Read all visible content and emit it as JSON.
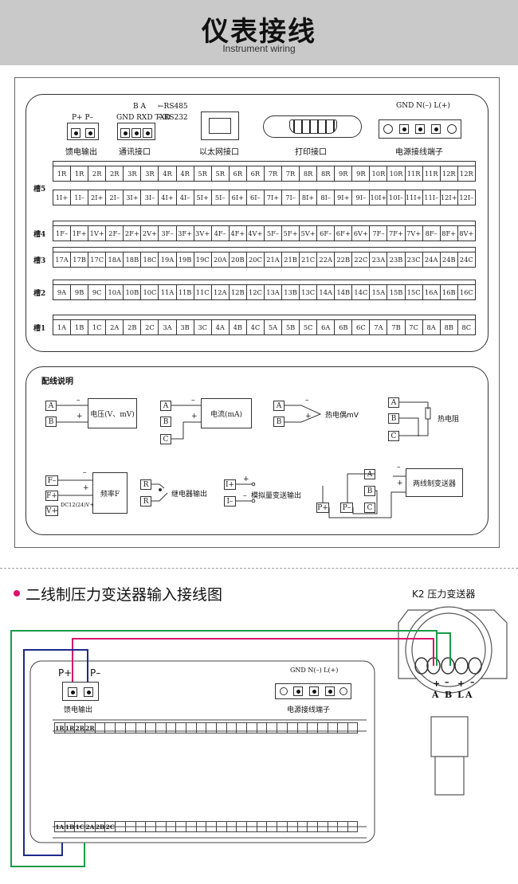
{
  "header": {
    "title": "仪表接线",
    "subtitle": "Instrument wiring"
  },
  "top_panel": {
    "feed": {
      "pins": "P+  P–",
      "label": "馈电输出"
    },
    "comm": {
      "pins_top": "B   A",
      "rs485": "←RS485",
      "pins_bottom": "GND RXD TXD",
      "rs232": "←RS232",
      "label": "通讯接口"
    },
    "ethernet": {
      "label": "以太网接口"
    },
    "print": {
      "label": "打印接口"
    },
    "power": {
      "pins": "GND N(–) L(+)",
      "label": "电源接线端子"
    },
    "slots": [
      {
        "label": "槽5",
        "rows": [
          [
            "1R",
            "1R",
            "2R",
            "2R",
            "3R",
            "3R",
            "4R",
            "4R",
            "5R",
            "5R",
            "6R",
            "6R",
            "7R",
            "7R",
            "8R",
            "8R",
            "9R",
            "9R",
            "10R",
            "10R",
            "11R",
            "11R",
            "12R",
            "12R"
          ],
          [
            "1I+",
            "1I–",
            "2I+",
            "2I–",
            "3I+",
            "3I–",
            "4I+",
            "4I–",
            "5I+",
            "5I–",
            "6I+",
            "6I–",
            "7I+",
            "7I–",
            "8I+",
            "8I–",
            "9I+",
            "9I–",
            "10I+",
            "10I–",
            "11I+",
            "11I–",
            "12I+",
            "12I–"
          ]
        ]
      },
      {
        "label": "槽4",
        "rows": [
          [
            "1F–",
            "1F+",
            "1V+",
            "2F–",
            "2F+",
            "2V+",
            "3F–",
            "3F+",
            "3V+",
            "4F–",
            "4F+",
            "4V+",
            "5F–",
            "5F+",
            "5V+",
            "6F–",
            "6F+",
            "6V+",
            "7F–",
            "7F+",
            "7V+",
            "8F–",
            "8F+",
            "8V+"
          ]
        ]
      },
      {
        "label": "槽3",
        "rows": [
          [
            "17A",
            "17B",
            "17C",
            "18A",
            "18B",
            "18C",
            "19A",
            "19B",
            "19C",
            "20A",
            "20B",
            "20C",
            "21A",
            "21B",
            "21C",
            "22A",
            "22B",
            "22C",
            "23A",
            "23B",
            "23C",
            "24A",
            "24B",
            "24C"
          ]
        ]
      },
      {
        "label": "槽2",
        "rows": [
          [
            "9A",
            "9B",
            "9C",
            "10A",
            "10B",
            "10C",
            "11A",
            "11B",
            "11C",
            "12A",
            "12B",
            "12C",
            "13A",
            "13B",
            "13C",
            "14A",
            "14B",
            "14C",
            "15A",
            "15B",
            "15C",
            "16A",
            "16B",
            "16C"
          ]
        ]
      },
      {
        "label": "槽1",
        "rows": [
          [
            "1A",
            "1B",
            "1C",
            "2A",
            "2B",
            "2C",
            "3A",
            "3B",
            "3C",
            "4A",
            "4B",
            "4C",
            "5A",
            "5B",
            "5C",
            "6A",
            "6B",
            "6C",
            "7A",
            "7B",
            "7C",
            "8A",
            "8B",
            "8C"
          ]
        ]
      }
    ]
  },
  "wiring_panel": {
    "title": "配线说明",
    "voltage": {
      "a": "A",
      "b": "B",
      "minus": "–",
      "plus": "+",
      "label": "电压(V、mV)"
    },
    "current": {
      "a": "A",
      "b": "B",
      "c": "C",
      "minus": "–",
      "plus": "+",
      "label": "电流(mA)"
    },
    "thermocouple": {
      "a": "A",
      "b": "B",
      "minus": "–",
      "plus": "+",
      "label": "热电偶mV"
    },
    "rtd": {
      "a": "A",
      "b": "B",
      "c": "C",
      "label": "热电阻"
    },
    "frequency": {
      "f_minus": "F–",
      "f_plus": "F+",
      "v_plus": "V+",
      "minus": "–",
      "plus": "+",
      "label": "频率F",
      "supply": "DC12(24)V+"
    },
    "relay": {
      "r1": "R",
      "r2": "R",
      "label": "继电器输出"
    },
    "analog": {
      "i_plus": "I+",
      "i_minus": "I–",
      "plus": "+",
      "minus": "–",
      "label": "模拟量变送输出"
    },
    "two_wire": {
      "a": "A",
      "b": "B",
      "c": "C",
      "p_plus": "P+",
      "p_minus": "P–",
      "minus": "–",
      "plus": "+",
      "label": "两线制变送器"
    }
  },
  "bottom": {
    "title": "二线制压力变送器输入接线图",
    "transmitter": "K2 压力变送器",
    "feed_pins": {
      "p_plus": "P+",
      "p_minus": "P–"
    },
    "feed_label": "馈电输出",
    "power_pins": "GND N(–) L(+)",
    "power_label": "电源接线端子",
    "top_row": [
      "1R",
      "1R",
      "2R",
      "2R"
    ],
    "bottom_row": [
      "1A",
      "1B",
      "1C",
      "2A",
      "2B",
      "2C"
    ],
    "sensor_terms": {
      "plus1": "+",
      "minus1": "–",
      "plus2": "+",
      "minus2": "–",
      "a": "A",
      "b": "B",
      "l": "L",
      "a2": "A"
    },
    "wire_colors": {
      "green": "#1a9a4a",
      "magenta": "#d6146e",
      "navy": "#1c2a8c"
    }
  }
}
